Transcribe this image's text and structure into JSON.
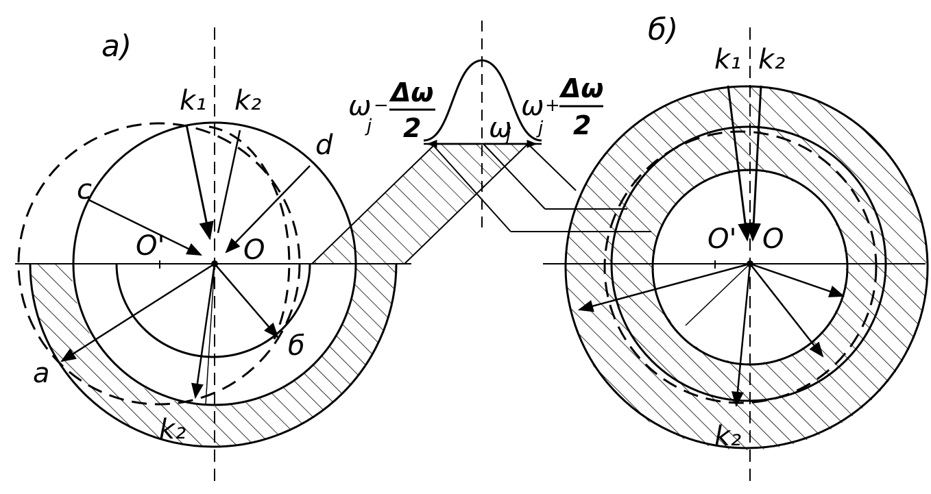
{
  "panel_a": {
    "label": "а)",
    "vectors": {
      "k1": "k₁",
      "k2_top": "k₂",
      "k2_bottom": "k₂",
      "a": "a",
      "b": "б",
      "c": "c",
      "d": "d"
    },
    "origin": "O",
    "origin_prime": "O'"
  },
  "panel_b": {
    "label": "б)",
    "vectors": {
      "k1": "k₁",
      "k2_top": "k₂",
      "k2_bottom": "k₂"
    },
    "origin": "O",
    "origin_prime": "O'"
  },
  "spectrum": {
    "left_omega": "ω",
    "left_sub": "j",
    "left_sign": "−",
    "center_omega": "ω",
    "center_sub": "j",
    "right_omega": "ω",
    "right_sub": "j",
    "right_sign": "+",
    "frac_num": "Δω",
    "frac_den": "2"
  }
}
